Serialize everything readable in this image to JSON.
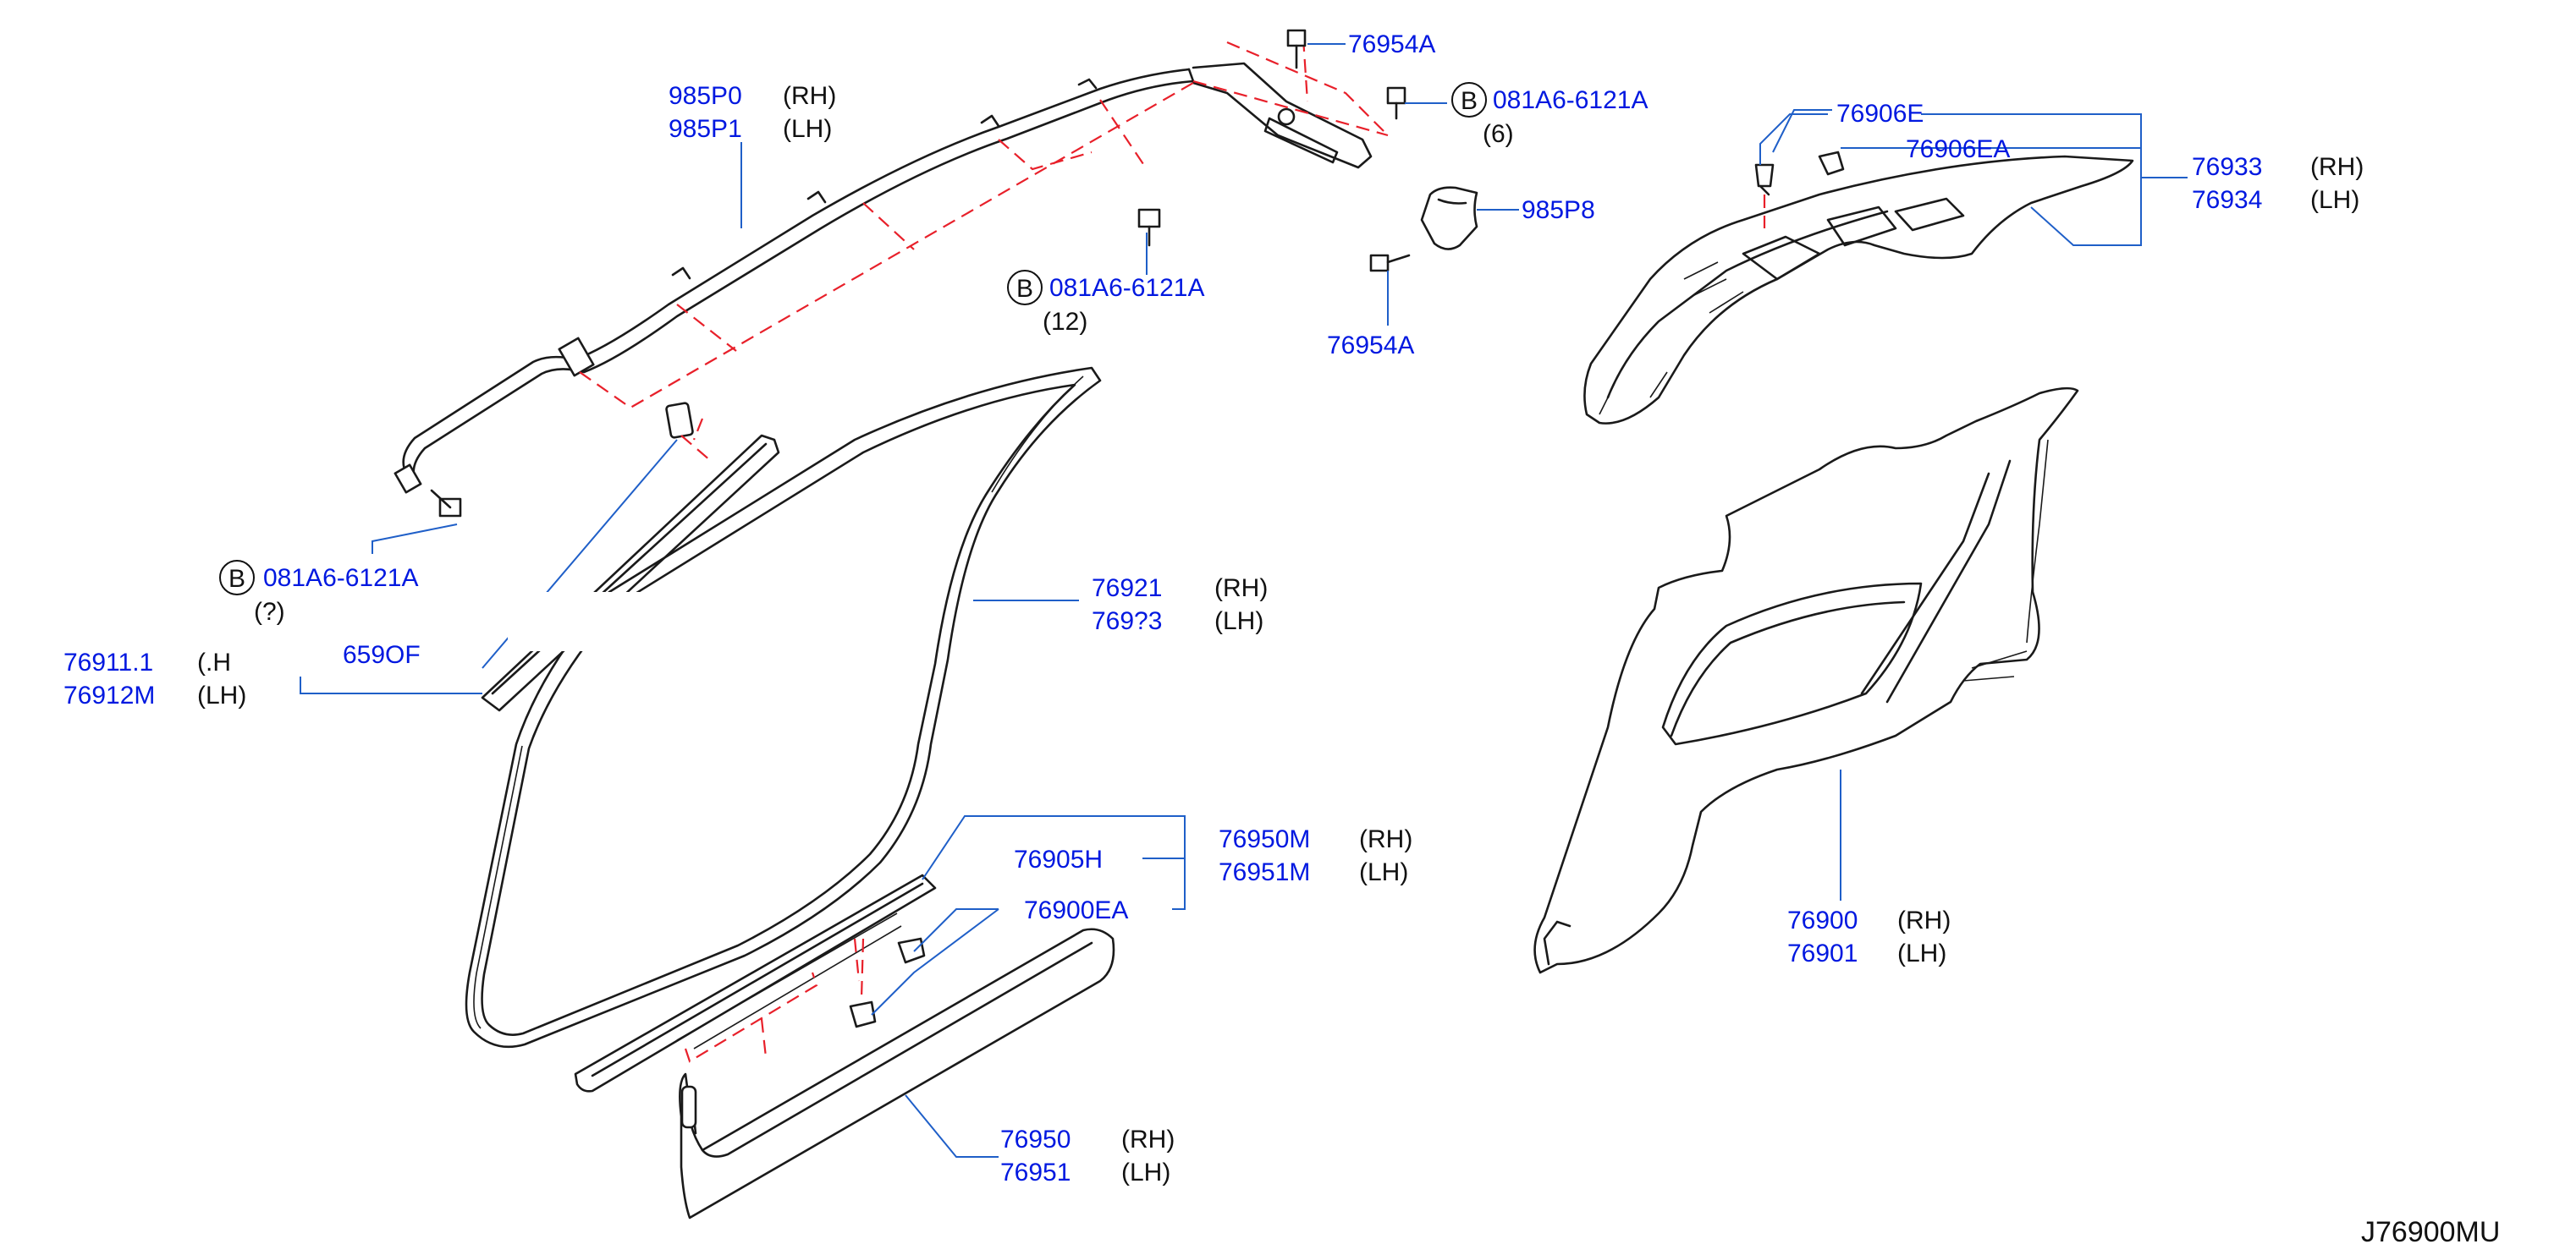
{
  "diagram": {
    "code": "J76900MU",
    "bolt_symbol": "B",
    "parts": {
      "airbag_rh": "985P0",
      "airbag_lh": "985P1",
      "bolt_a_top": "76954A",
      "bolt_b_right": "081A6-6121A",
      "bolt_b_right_qty": "(6)",
      "bracket": "985P8",
      "bolt_a_bottom": "76954A",
      "bolt_b_mid": "081A6-6121A",
      "bolt_b_mid_qty": "(12)",
      "bolt_b_left": "081A6-6121A",
      "bolt_b_left_qty": "(?)",
      "pillar_rh": "76911.1",
      "pillar_rh_side": "(.H",
      "pillar_lh": "76912M",
      "pillar_lh_side": "(LH)",
      "clip_small": "659OF",
      "weatherstrip_rh": "76921",
      "weatherstrip_lh": "769?3",
      "clip_76905h": "76905H",
      "clip_76900ea": "76900EA",
      "finisher_rh": "76950M",
      "finisher_lh": "76951M",
      "kick_rh": "76950",
      "kick_lh": "76951",
      "clip_76906e": "76906E",
      "clip_76906ea": "76906EA",
      "rear_pillar_rh": "76933",
      "rear_pillar_lh": "76934",
      "side_trim_rh": "76900",
      "side_trim_lh": "76901"
    },
    "side_rh": "(RH)",
    "side_lh": "(LH)"
  }
}
